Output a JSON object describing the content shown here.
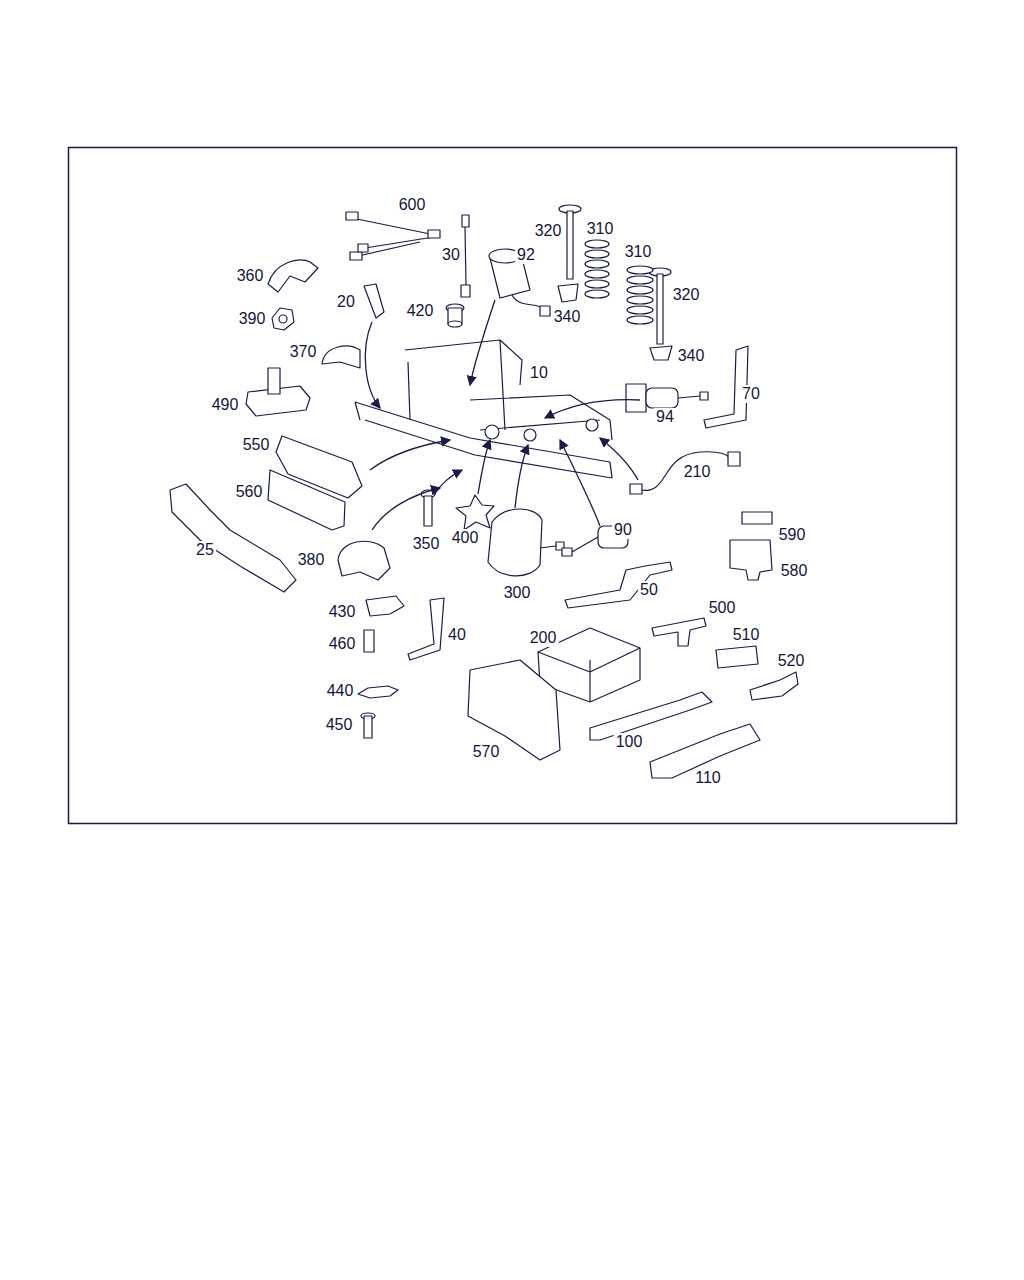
{
  "diagram": {
    "labels": [
      "600",
      "30",
      "92",
      "320",
      "310",
      "310",
      "360",
      "320",
      "340",
      "20",
      "420",
      "390",
      "370",
      "340",
      "10",
      "70",
      "490",
      "94",
      "550",
      "210",
      "560",
      "25",
      "350",
      "400",
      "90",
      "590",
      "380",
      "580",
      "300",
      "50",
      "430",
      "500",
      "40",
      "510",
      "460",
      "200",
      "520",
      "440",
      "100",
      "450",
      "570",
      "110"
    ]
  }
}
